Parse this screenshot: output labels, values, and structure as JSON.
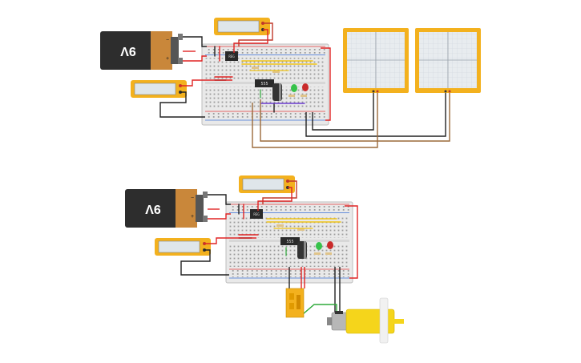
{
  "colors": {
    "board": "#e9e9e9",
    "board_border": "#bdbdbd",
    "hole": "#9a9a9a",
    "rail_red": "#e33b3b",
    "rail_blue": "#3b6fd6",
    "battery_body": "#2d2d2d",
    "battery_cap": "#c9873a",
    "meter_frame": "#f3b11e",
    "meter_screen": "#dfe6ea",
    "scope_grid": "#cfd6dc",
    "wire_red": "#e02424",
    "wire_black": "#222222",
    "wire_brown": "#9b6a3a",
    "wire_green": "#2eaa3a",
    "wire_purple": "#6a3bd0",
    "wire_yellow": "#f0c419",
    "led_green": "#36c24a",
    "led_red": "#c92a2a",
    "motor_yellow": "#f5d51b"
  },
  "circuit_top": {
    "battery": {
      "label": "9V",
      "plus": "+",
      "minus": "−",
      "icon": "battery-9v-icon"
    },
    "regulator": {
      "label": "REG"
    },
    "timer_ic": {
      "label": "555"
    },
    "oscilloscopes": [
      {
        "name": "oscilloscope-1",
        "icon": "oscilloscope-icon"
      },
      {
        "name": "oscilloscope-2",
        "icon": "oscilloscope-icon"
      }
    ],
    "multimeters": [
      {
        "name": "multimeter-top",
        "icon": "multimeter-icon"
      },
      {
        "name": "multimeter-side",
        "icon": "multimeter-icon"
      }
    ]
  },
  "circuit_bottom": {
    "battery": {
      "label": "9V",
      "plus": "+",
      "minus": "−",
      "icon": "battery-9v-icon"
    },
    "regulator": {
      "label": "REG"
    },
    "timer_ic": {
      "label": "555"
    },
    "motor_driver": {
      "icon": "motor-driver-icon"
    },
    "motor": {
      "icon": "dc-gear-motor-icon"
    }
  }
}
